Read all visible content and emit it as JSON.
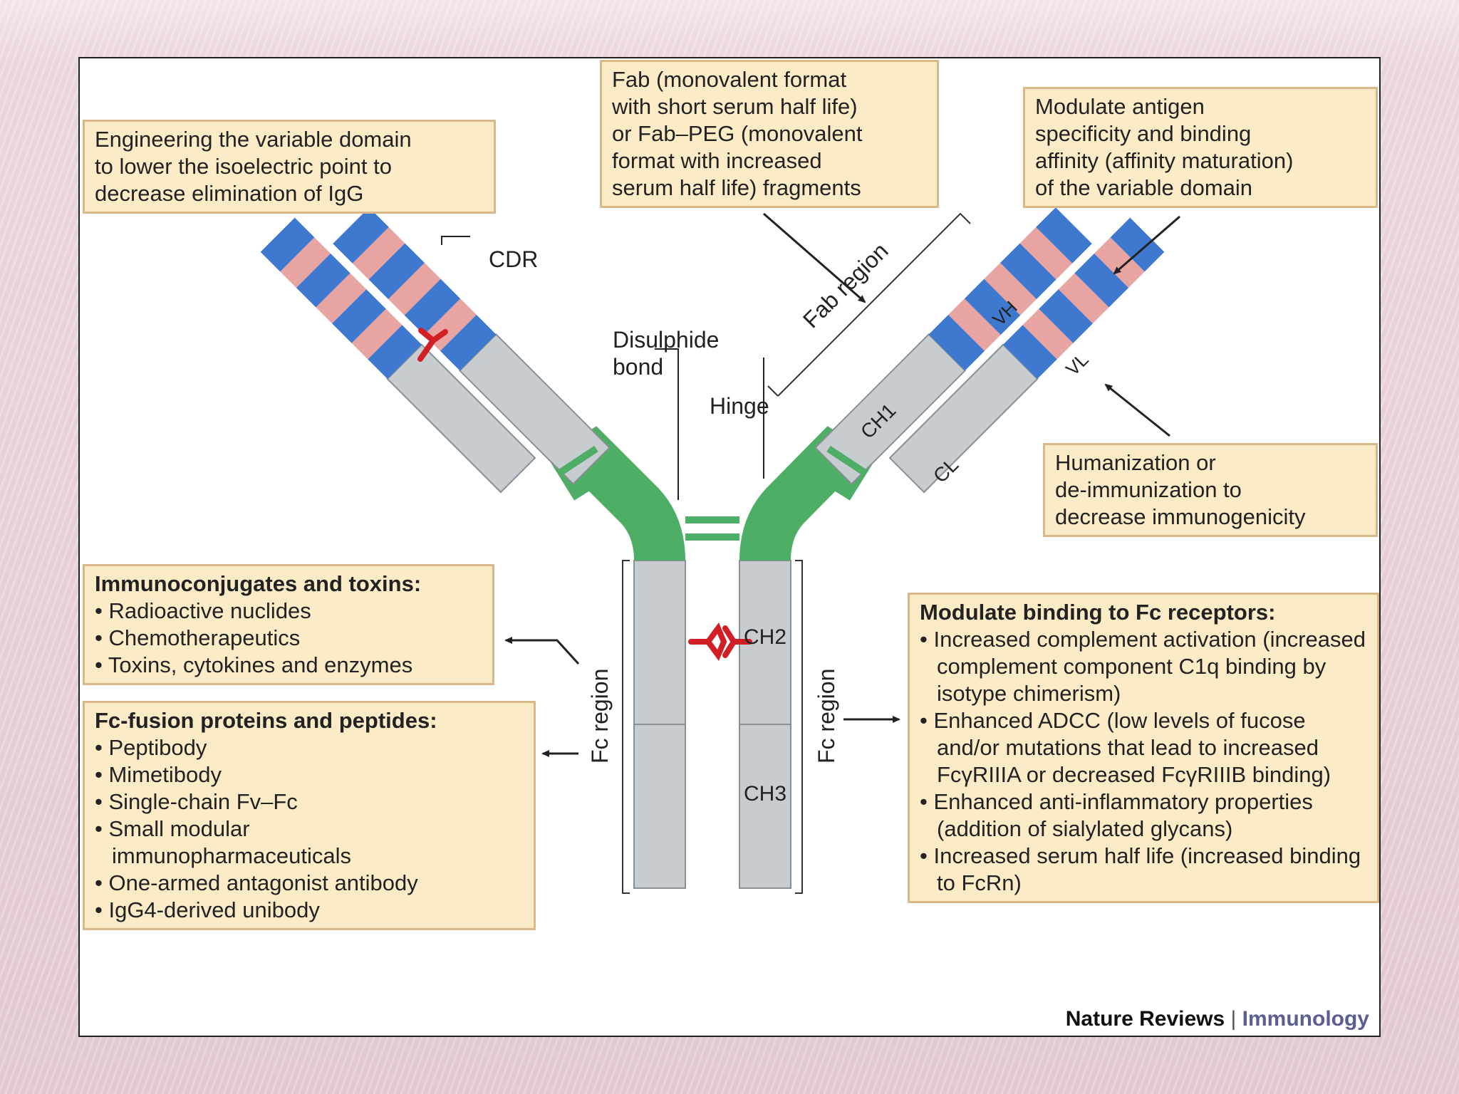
{
  "colors": {
    "background": "#ead5dc",
    "box_fill": "#fcebc7",
    "box_border": "#d9b989",
    "heavy_chain_green": "#4fae65",
    "domain_grey": "#c7ccd0",
    "cdr_blue": "#3f78cf",
    "cdr_pink": "#e8a4a0",
    "glycan_red": "#d21f26",
    "credit_blue": "#5a5f91"
  },
  "boxes": {
    "variable_domain": {
      "lines": [
        "Engineering the variable domain",
        "to lower the isoelectric point to",
        "decrease elimination of IgG"
      ]
    },
    "fab": {
      "lines": [
        "Fab (monovalent format",
        "with short serum half life)",
        "or Fab–PEG (monovalent",
        "format with increased",
        "serum half life) fragments"
      ]
    },
    "antigen": {
      "lines": [
        "Modulate antigen",
        "specificity and binding",
        "affinity (affinity maturation)",
        "of the variable domain"
      ]
    },
    "humanization": {
      "lines": [
        "Humanization or",
        "de-immunization to",
        "decrease immunogenicity"
      ]
    },
    "immunoconjugates": {
      "title": "Immunoconjugates and toxins:",
      "items": [
        "Radioactive nuclides",
        "Chemotherapeutics",
        "Toxins, cytokines and enzymes"
      ]
    },
    "fc_fusion": {
      "title": "Fc-fusion proteins and peptides:",
      "items": [
        "Peptibody",
        "Mimetibody",
        "Single-chain Fv–Fc",
        "Small modular immunopharmaceuticals",
        "One-armed antagonist antibody",
        "IgG4-derived unibody"
      ]
    },
    "fc_receptors": {
      "title": "Modulate binding to Fc receptors:",
      "items": [
        "Increased complement activation (increased complement component C1q binding by isotype chimerism)",
        "Enhanced ADCC (low levels of fucose and/or mutations that lead to increased FcγRIIIA or decreased FcγRIIIB binding)",
        "Enhanced anti-inflammatory properties (addition of sialylated glycans)",
        "Increased serum half life (increased binding to FcRn)"
      ]
    }
  },
  "labels": {
    "cdr": "CDR",
    "disulphide_1": "Disulphide",
    "disulphide_2": "bond",
    "hinge": "Hinge",
    "fab_region": "Fab region",
    "fc_region_left": "Fc region",
    "fc_region_right": "Fc region",
    "ch1": "CH1",
    "ch2": "CH2",
    "ch3": "CH3",
    "cl": "CL",
    "vh": "VH",
    "vl": "VL"
  },
  "credit": {
    "journal": "Nature Reviews",
    "separator": "|",
    "section": "Immunology"
  }
}
